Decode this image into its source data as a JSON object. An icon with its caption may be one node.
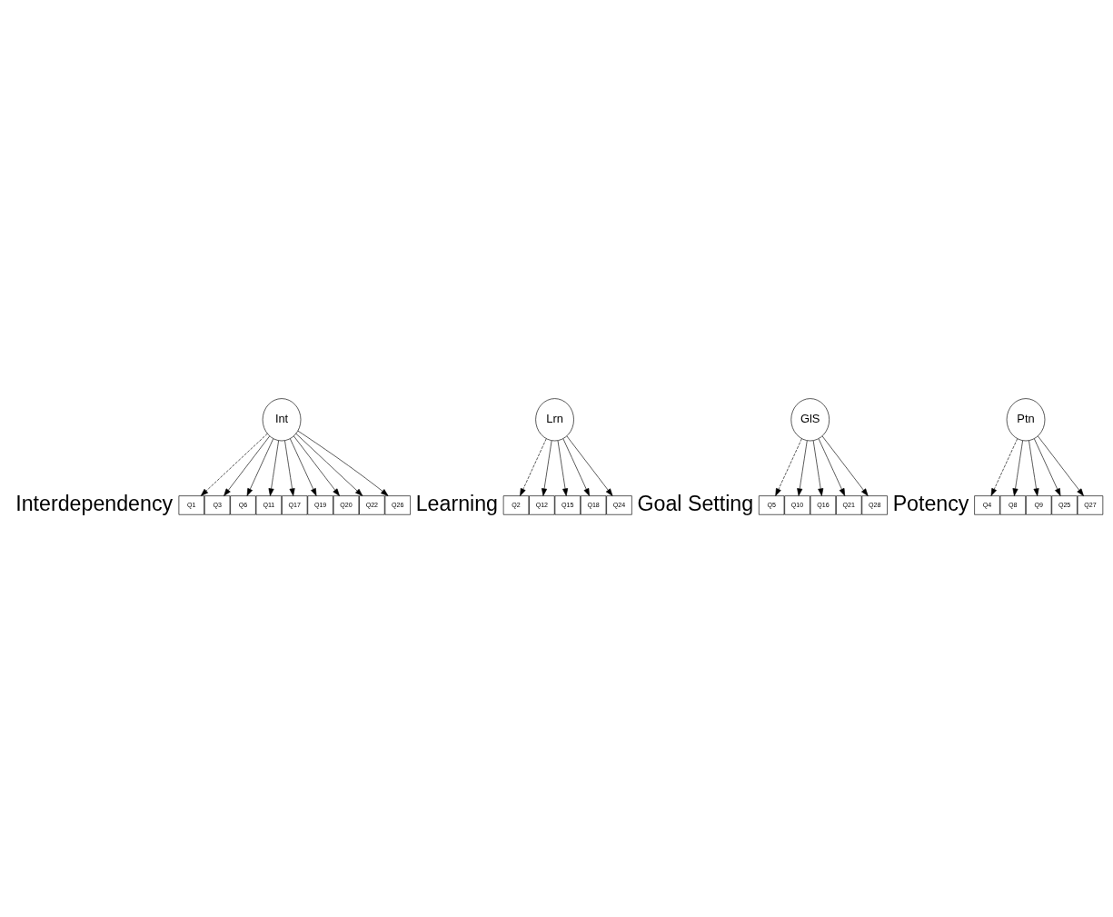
{
  "diagram": {
    "nodes": [
      {
        "text": [
          "Int"
        ]
      },
      {
        "text": [
          "Lrn"
        ]
      },
      {
        "text": [
          "GlS"
        ]
      },
      {
        "text": [
          "Ptn"
        ]
      },
      {
        "text": [
          "Q1"
        ]
      },
      {
        "text": [
          "Q3"
        ]
      },
      {
        "text": [
          "Q6"
        ]
      },
      {
        "text": [
          "Q11"
        ]
      },
      {
        "text": [
          "Q17"
        ]
      },
      {
        "text": [
          "Q19"
        ]
      },
      {
        "text": [
          "Q20"
        ]
      },
      {
        "text": [
          "Q22"
        ]
      },
      {
        "text": [
          "Q26"
        ]
      },
      {
        "text": [
          "Q2"
        ]
      },
      {
        "text": [
          "Q12"
        ]
      },
      {
        "text": [
          "Q15"
        ]
      },
      {
        "text": [
          "Q18"
        ]
      },
      {
        "text": [
          "Q24"
        ]
      },
      {
        "text": [
          "Q5"
        ]
      },
      {
        "text": [
          "Q10"
        ]
      },
      {
        "text": [
          "Q16"
        ]
      },
      {
        "text": [
          "Q21"
        ]
      },
      {
        "text": [
          "Q28"
        ]
      },
      {
        "text": [
          "Q4"
        ]
      },
      {
        "text": [
          "Q8"
        ]
      },
      {
        "text": [
          "Q9"
        ]
      },
      {
        "text": [
          "Q25"
        ]
      },
      {
        "text": [
          "Q27"
        ]
      }
    ],
    "edges": [
      {
        "from": 0,
        "to": 4,
        "arrow": "to",
        "style": "dashed"
      },
      {
        "from": 0,
        "to": 5,
        "arrow": "to"
      },
      {
        "from": 0,
        "to": 6,
        "arrow": "to"
      },
      {
        "from": 0,
        "to": 7,
        "arrow": "to"
      },
      {
        "from": 0,
        "to": 8,
        "arrow": "to"
      },
      {
        "from": 0,
        "to": 9,
        "arrow": "to"
      },
      {
        "from": 0,
        "to": 10,
        "arrow": "to"
      },
      {
        "from": 0,
        "to": 11,
        "arrow": "to"
      },
      {
        "from": 0,
        "to": 12,
        "arrow": "to"
      },
      {
        "from": 1,
        "to": 13,
        "arrow": "to",
        "style": "dashed"
      },
      {
        "from": 1,
        "to": 14,
        "arrow": "to"
      },
      {
        "from": 1,
        "to": 15,
        "arrow": "to"
      },
      {
        "from": 1,
        "to": 16,
        "arrow": "to"
      },
      {
        "from": 1,
        "to": 17,
        "arrow": "to"
      },
      {
        "from": 2,
        "to": 18,
        "arrow": "to",
        "style": "dashed"
      },
      {
        "from": 2,
        "to": 19,
        "arrow": "to"
      },
      {
        "from": 2,
        "to": 20,
        "arrow": "to"
      },
      {
        "from": 2,
        "to": 21,
        "arrow": "to"
      },
      {
        "from": 2,
        "to": 22,
        "arrow": "to"
      },
      {
        "from": 3,
        "to": 23,
        "arrow": "to",
        "style": "dashed"
      },
      {
        "from": 3,
        "to": 24,
        "arrow": "to"
      },
      {
        "from": 3,
        "to": 25,
        "arrow": "to"
      },
      {
        "from": 3,
        "to": 26,
        "arrow": "to"
      },
      {
        "from": 3,
        "to": 27,
        "arrow": "to"
      }
    ],
    "labels": [
      "Interdependency",
      "Learning",
      "Goal Setting",
      "Potency"
    ]
  }
}
